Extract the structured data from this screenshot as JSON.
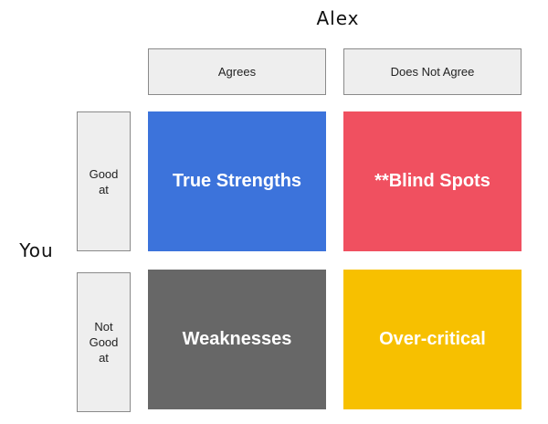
{
  "axes": {
    "top_label": "Alex",
    "left_label": "You"
  },
  "columns": [
    {
      "label": "Agrees"
    },
    {
      "label": "Does Not Agree"
    }
  ],
  "rows": [
    {
      "lines": [
        "Good",
        "at"
      ]
    },
    {
      "lines": [
        "Not",
        "Good",
        "at"
      ]
    }
  ],
  "quadrants": {
    "true_strengths": {
      "label": "True Strengths",
      "color": "#3c73db"
    },
    "blind_spots": {
      "label": "**Blind Spots",
      "color": "#f05060"
    },
    "weaknesses": {
      "label": "Weaknesses",
      "color": "#676767"
    },
    "over_critical": {
      "label": "Over-critical",
      "color": "#f7c000"
    }
  }
}
